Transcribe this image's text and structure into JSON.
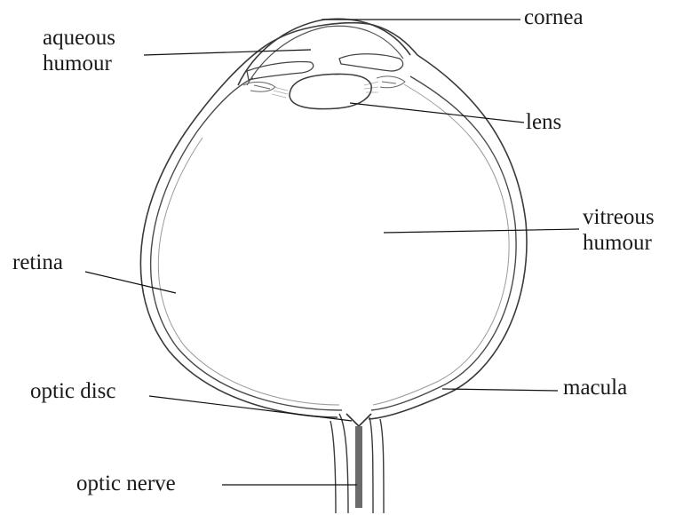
{
  "labels": {
    "aqueous_humour": [
      "aqueous",
      "humour"
    ],
    "cornea": "cornea",
    "lens": "lens",
    "vitreous_humour": [
      "vitreous",
      "humour"
    ],
    "retina": "retina",
    "macula": "macula",
    "optic_disc": "optic disc",
    "optic_nerve": "optic nerve"
  },
  "colors": {
    "ink": "#3a3a3a",
    "faint_ink": "#9a9a9a",
    "leader": "#111111",
    "nerve_fill": "#6b6b6b"
  }
}
